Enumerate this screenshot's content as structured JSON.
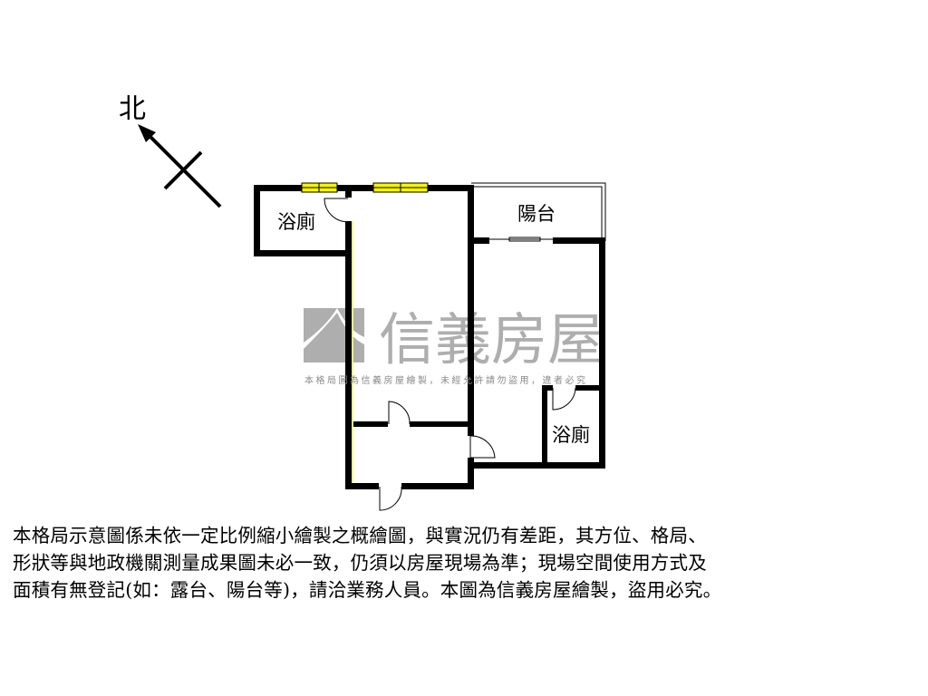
{
  "compass": {
    "label": "北"
  },
  "rooms": [
    {
      "label": "浴廁"
    },
    {
      "label": "陽台"
    },
    {
      "label": "浴廁"
    }
  ],
  "watermark": {
    "brand": "信義房屋",
    "subtitle": "本格局圖為信義房屋繪製，未經允許請勿盜用，違者必究",
    "color": "#999999"
  },
  "colors": {
    "wall": "#000000",
    "window": "#f5f500"
  },
  "disclaimer": {
    "lines": [
      "本格局示意圖係未依一定比例縮小繪製之概繪圖，與實況仍有差距，其方位、格局、",
      "形狀等與地政機關測量成果圖未必一致，仍須以房屋現場為準；現場空間使用方式及",
      "面積有無登記(如：露台、陽台等)，請洽業務人員。本圖為信義房屋繪製，盜用必究。"
    ]
  }
}
